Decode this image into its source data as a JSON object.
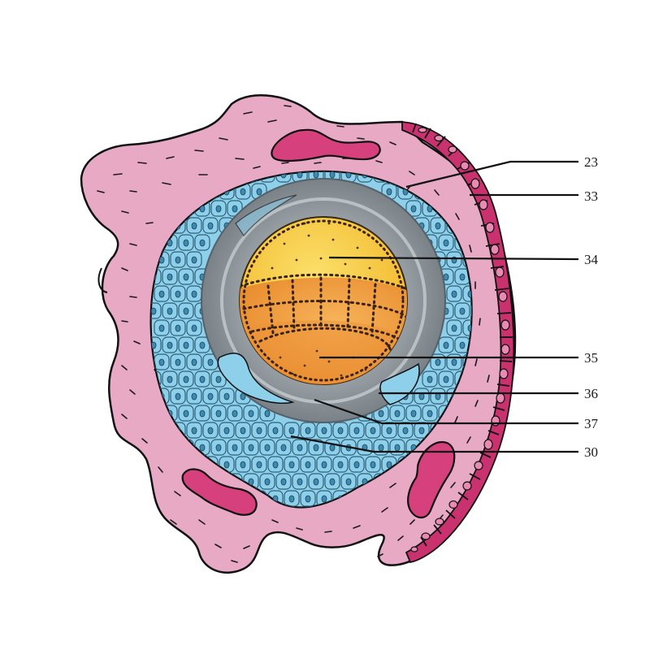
{
  "labels": [
    {
      "id": "23",
      "text": "23"
    },
    {
      "id": "33",
      "text": "33"
    },
    {
      "id": "34",
      "text": "34"
    },
    {
      "id": "35",
      "text": "35"
    },
    {
      "id": "36",
      "text": "36"
    },
    {
      "id": "37",
      "text": "37"
    },
    {
      "id": "30",
      "text": "30"
    }
  ],
  "colors": {
    "connective_tissue": "#e7a9c4",
    "blood_vessel": "#d6407c",
    "epithelium": "#c9326f",
    "granulosa": "#8ed0ea",
    "antrum": "#8e969c",
    "embryo_yellow": "#f6c63a",
    "embryo_orange": "#ee9a3a"
  }
}
